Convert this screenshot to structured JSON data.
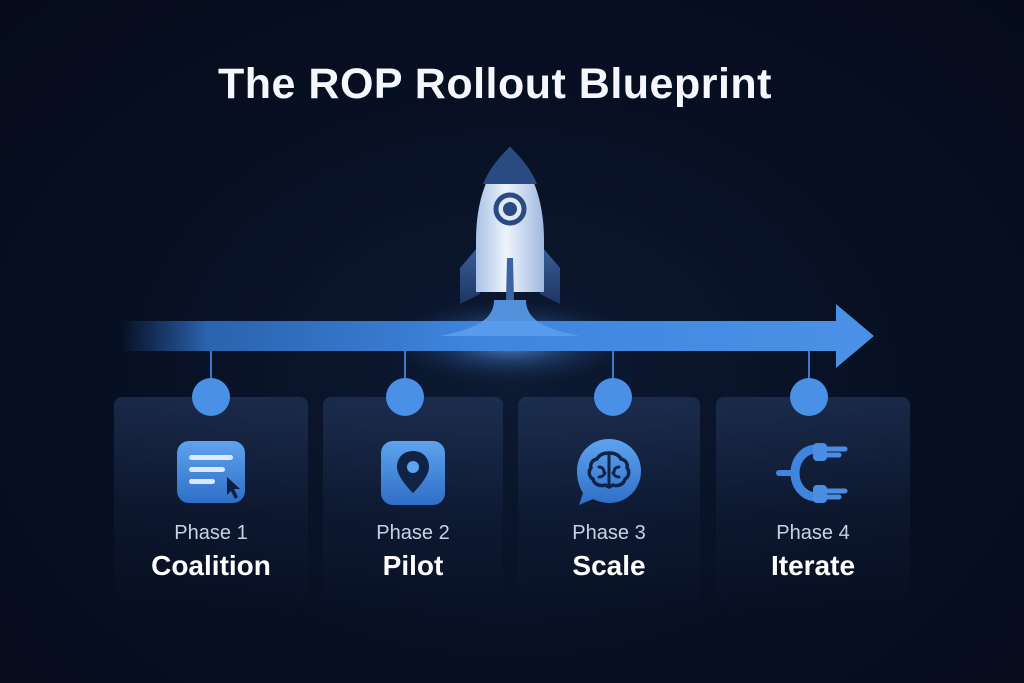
{
  "title": "The ROP Rollout Blueprint",
  "colors": {
    "background": "#070f22",
    "accent": "#3f87e0",
    "accent_light": "#6aa8ee",
    "card": "#1e3158"
  },
  "phases": [
    {
      "phase": "Phase 1",
      "name": "Coalition",
      "icon": "form-list-icon"
    },
    {
      "phase": "Phase 2",
      "name": "Pilot",
      "icon": "location-pin-icon"
    },
    {
      "phase": "Phase 3",
      "name": "Scale",
      "icon": "brain-chat-icon"
    },
    {
      "phase": "Phase 4",
      "name": "Iterate",
      "icon": "plug-connector-icon"
    }
  ]
}
